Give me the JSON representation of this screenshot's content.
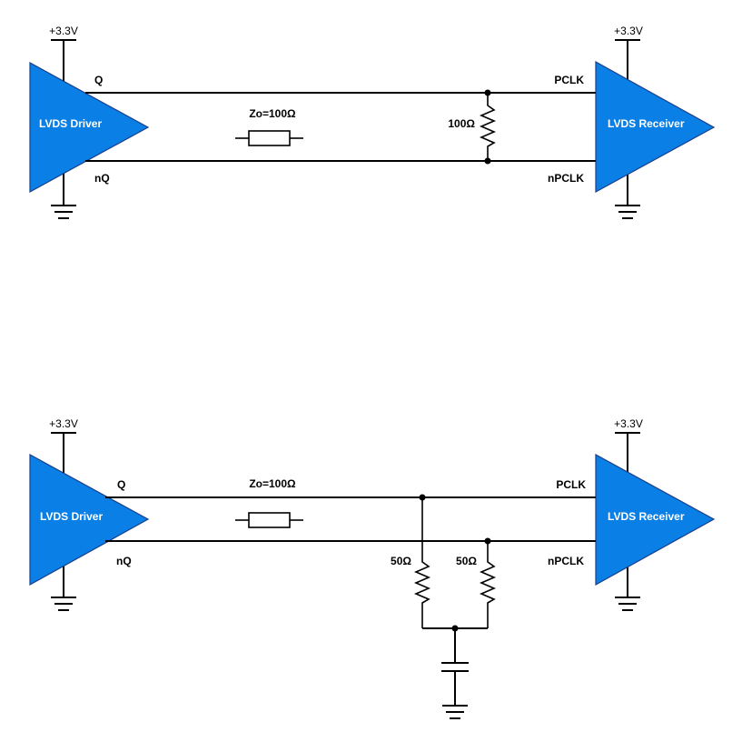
{
  "top": {
    "driver_label": "LVDS Driver",
    "receiver_label": "LVDS Receiver",
    "supply_driver": "+3.3V",
    "supply_receiver": "+3.3V",
    "q_label": "Q",
    "nq_label": "nQ",
    "pclk_label": "PCLK",
    "npclk_label": "nPCLK",
    "impedance_label": "Zo=100Ω",
    "termination_label": "100Ω"
  },
  "bottom": {
    "driver_label": "LVDS Driver",
    "receiver_label": "LVDS Receiver",
    "supply_driver": "+3.3V",
    "supply_receiver": "+3.3V",
    "q_label": "Q",
    "nq_label": "nQ",
    "pclk_label": "PCLK",
    "npclk_label": "nPCLK",
    "impedance_label": "Zo=100Ω",
    "termination_left_label": "50Ω",
    "termination_right_label": "50Ω"
  }
}
